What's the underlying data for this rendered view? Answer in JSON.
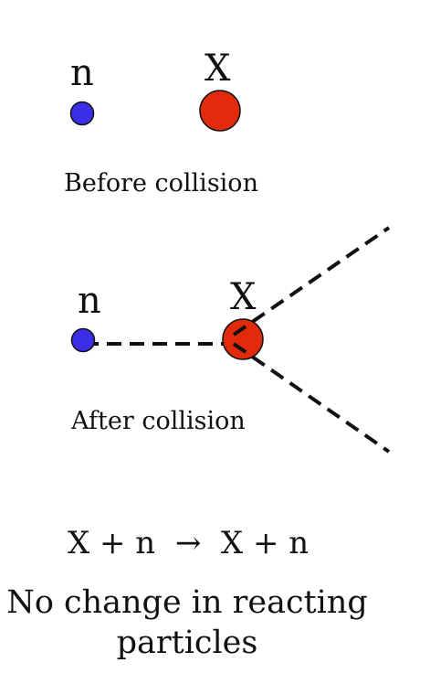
{
  "before": {
    "neutron_label": "n",
    "target_label": "X",
    "caption": "Before collision"
  },
  "after": {
    "neutron_label": "n",
    "target_label": "X",
    "caption": "After collision"
  },
  "equation": "X + n  →  X + n",
  "conclusion": {
    "line1": "No change in reacting",
    "line2": "particles"
  },
  "colors": {
    "neutron": "#3a2ee8",
    "target": "#e22a0c",
    "outline": "#111111",
    "path": "#111111"
  }
}
